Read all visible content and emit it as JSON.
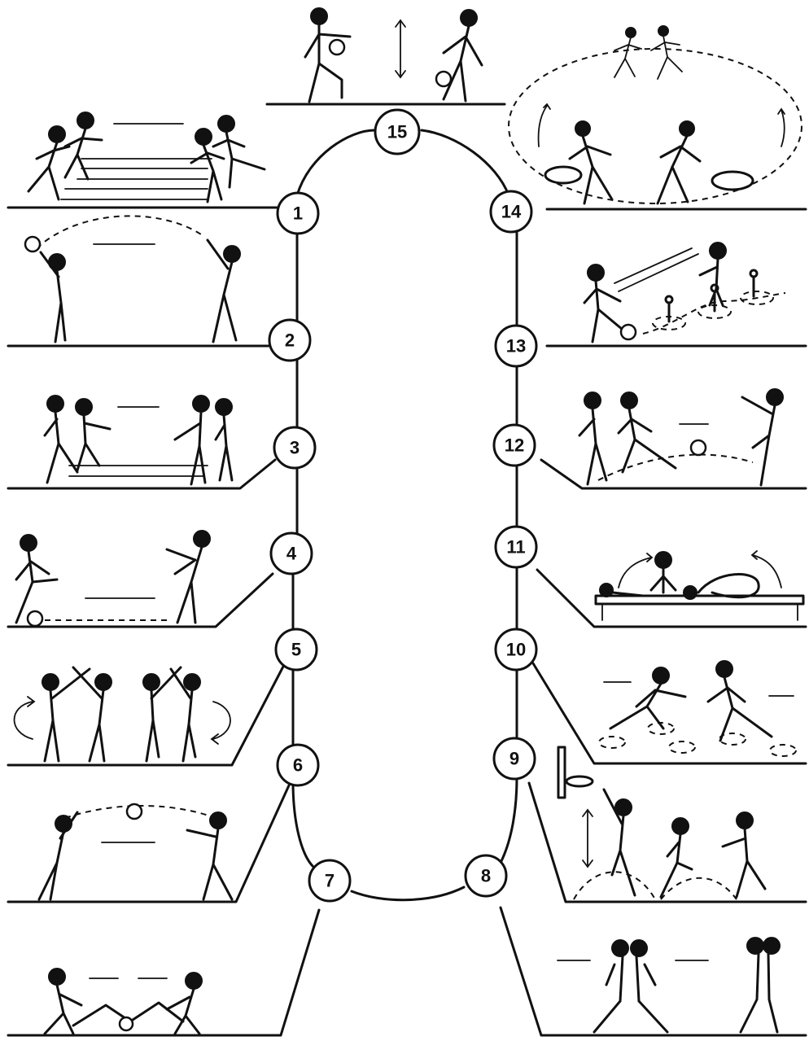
{
  "diagram": {
    "stations": [
      {
        "number": "1"
      },
      {
        "number": "2"
      },
      {
        "number": "3"
      },
      {
        "number": "4"
      },
      {
        "number": "5"
      },
      {
        "number": "6"
      },
      {
        "number": "7"
      },
      {
        "number": "8"
      },
      {
        "number": "9"
      },
      {
        "number": "10"
      },
      {
        "number": "11"
      },
      {
        "number": "12"
      },
      {
        "number": "13"
      },
      {
        "number": "14"
      },
      {
        "number": "15"
      }
    ],
    "colors": {
      "ink": "#111111",
      "background": "#ffffff"
    }
  }
}
